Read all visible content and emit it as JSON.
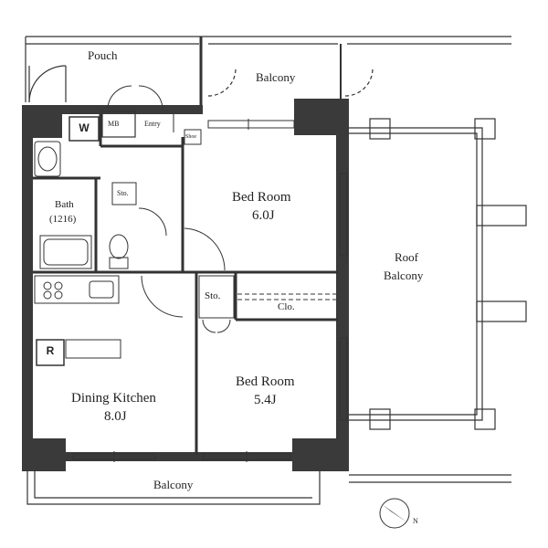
{
  "plan": {
    "rooms": {
      "pouch": "Pouch",
      "balcony_top": "Balcony",
      "mb": "MB",
      "entry": "Entry",
      "shoe": "Shoe",
      "washer": "W",
      "bath": "Bath",
      "bath_size": "(1216)",
      "storage_small": "Sto.",
      "bedroom1": "Bed Room",
      "bedroom1_size": "6.0J",
      "roof_balcony_line1": "Roof",
      "roof_balcony_line2": "Balcony",
      "storage": "Sto.",
      "closet": "Clo.",
      "refrigerator": "R",
      "dining_kitchen": "Dining Kitchen",
      "dining_kitchen_size": "8.0J",
      "bedroom2": "Bed Room",
      "bedroom2_size": "5.4J",
      "balcony_bottom": "Balcony"
    },
    "compass": {
      "label": "N"
    }
  }
}
